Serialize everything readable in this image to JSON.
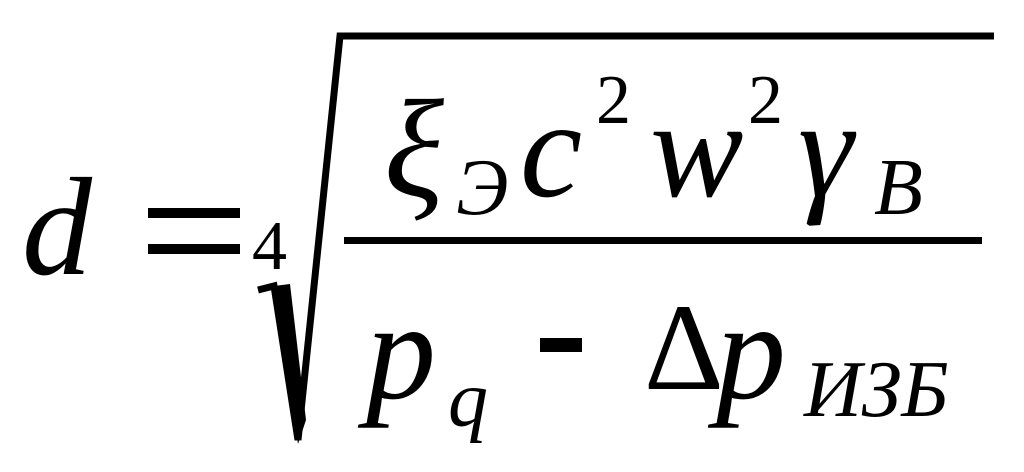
{
  "formula": {
    "lhs": "d",
    "equals": "=",
    "root_index": "4",
    "numerator": {
      "xi": "ξ",
      "xi_subscript": "Э",
      "c": "c",
      "c_exponent": "2",
      "w": "w",
      "w_exponent": "2",
      "gamma": "γ",
      "gamma_subscript": "B"
    },
    "denominator": {
      "p1": "p",
      "p1_subscript": "q",
      "minus": "-",
      "delta": "Δ",
      "p2": "p",
      "p2_subscript": "ИЗБ"
    }
  }
}
